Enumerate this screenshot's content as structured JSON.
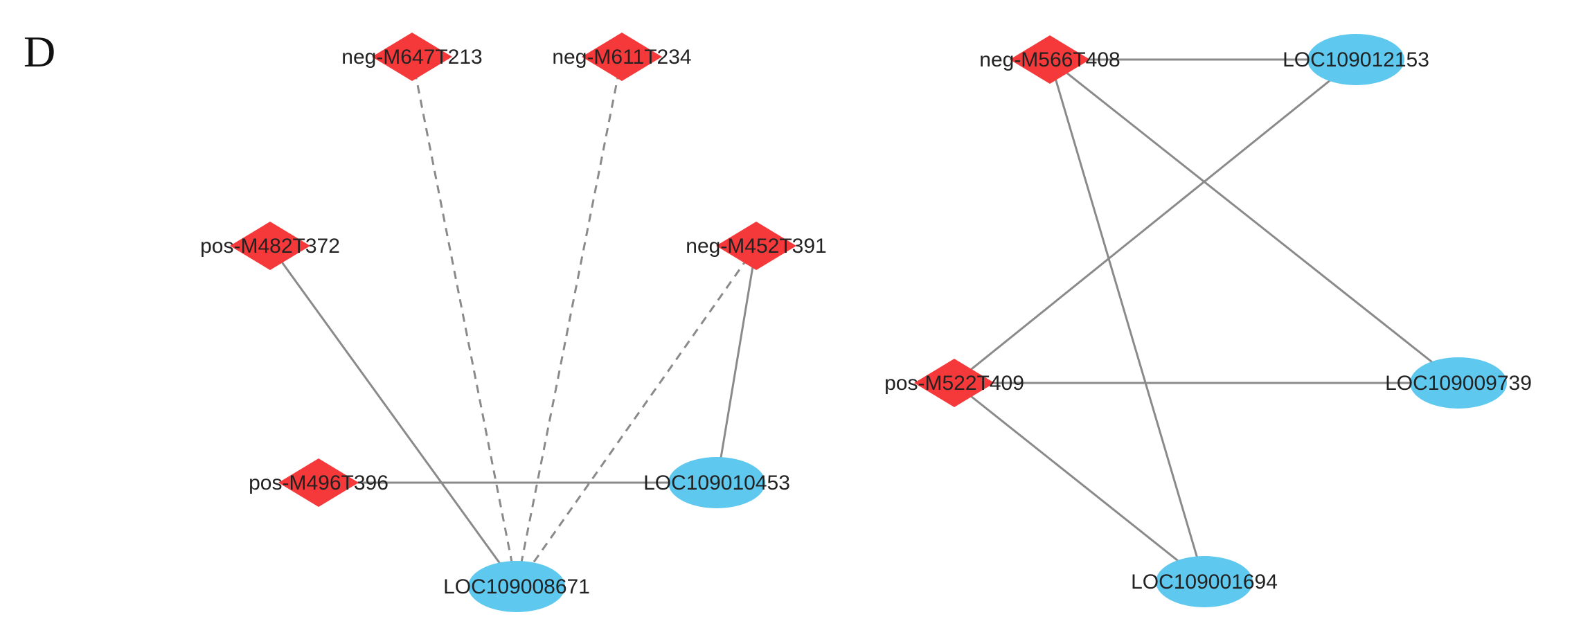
{
  "panel_label": "D",
  "colors": {
    "metabolite": "#f5393b",
    "gene": "#5ec8ee",
    "edge": "#8a8a8a"
  },
  "legend_shapes": {
    "metabolite": "diamond",
    "gene": "ellipse"
  },
  "networks": [
    {
      "nodes": [
        {
          "id": "neg-M647T213",
          "label": "neg-M647T213",
          "kind": "metabolite"
        },
        {
          "id": "neg-M611T234",
          "label": "neg-M611T234",
          "kind": "metabolite"
        },
        {
          "id": "pos-M482T372",
          "label": "pos-M482T372",
          "kind": "metabolite"
        },
        {
          "id": "neg-M452T391",
          "label": "neg-M452T391",
          "kind": "metabolite"
        },
        {
          "id": "pos-M496T396",
          "label": "pos-M496T396",
          "kind": "metabolite"
        },
        {
          "id": "LOC109010453",
          "label": "LOC109010453",
          "kind": "gene"
        },
        {
          "id": "LOC109008671",
          "label": "LOC109008671",
          "kind": "gene"
        }
      ],
      "edges": [
        {
          "source": "neg-M647T213",
          "target": "LOC109008671",
          "style": "dashed"
        },
        {
          "source": "neg-M611T234",
          "target": "LOC109008671",
          "style": "dashed"
        },
        {
          "source": "neg-M452T391",
          "target": "LOC109008671",
          "style": "dashed"
        },
        {
          "source": "pos-M482T372",
          "target": "LOC109008671",
          "style": "solid"
        },
        {
          "source": "neg-M452T391",
          "target": "LOC109010453",
          "style": "solid"
        },
        {
          "source": "pos-M496T396",
          "target": "LOC109010453",
          "style": "solid"
        }
      ]
    },
    {
      "nodes": [
        {
          "id": "neg-M566T408",
          "label": "neg-M566T408",
          "kind": "metabolite"
        },
        {
          "id": "LOC109012153",
          "label": "LOC109012153",
          "kind": "gene"
        },
        {
          "id": "pos-M522T409",
          "label": "pos-M522T409",
          "kind": "metabolite"
        },
        {
          "id": "LOC109009739",
          "label": "LOC109009739",
          "kind": "gene"
        },
        {
          "id": "LOC109001694",
          "label": "LOC109001694",
          "kind": "gene"
        }
      ],
      "edges": [
        {
          "source": "neg-M566T408",
          "target": "LOC109012153",
          "style": "solid"
        },
        {
          "source": "neg-M566T408",
          "target": "LOC109009739",
          "style": "solid"
        },
        {
          "source": "neg-M566T408",
          "target": "LOC109001694",
          "style": "solid"
        },
        {
          "source": "LOC109012153",
          "target": "pos-M522T409",
          "style": "solid"
        },
        {
          "source": "pos-M522T409",
          "target": "LOC109009739",
          "style": "solid"
        },
        {
          "source": "pos-M522T409",
          "target": "LOC109001694",
          "style": "solid"
        }
      ]
    }
  ]
}
